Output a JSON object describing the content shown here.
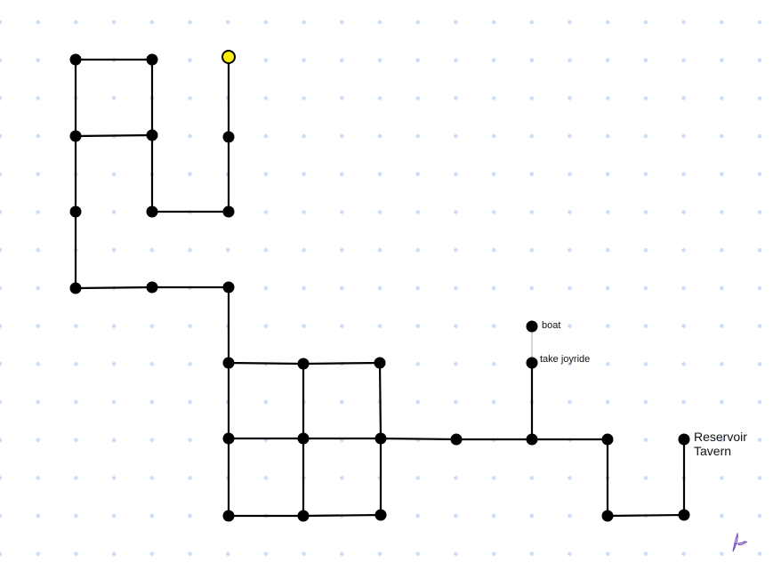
{
  "labels": {
    "boat": "boat",
    "take_joyride": "take joyride",
    "reservoir_tavern_line1": "Reservoir",
    "reservoir_tavern_line2": "Tavern"
  },
  "signature": "Lucia",
  "colors": {
    "grid_dot": "#c9defa",
    "edge": "#000000",
    "node": "#000000",
    "start_node": "#ffee00",
    "faint_edge": "#aaaaaa",
    "signature": "#6a3fc0"
  }
}
